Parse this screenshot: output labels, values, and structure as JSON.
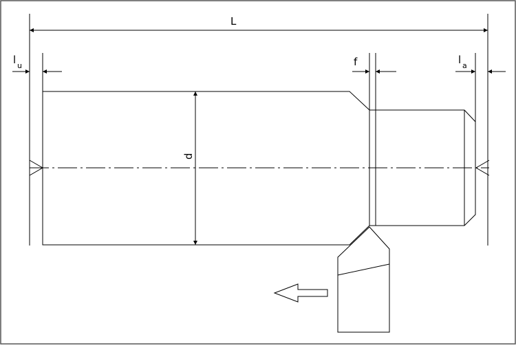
{
  "labels": {
    "overall_length": "L",
    "run_out_length": "l",
    "run_out_sub": "u",
    "approach_length": "l",
    "approach_sub": "a",
    "fillet_width": "f",
    "diameter": "d"
  },
  "colors": {
    "line": "#000000",
    "background": "#ffffff",
    "frame": "#555555"
  }
}
